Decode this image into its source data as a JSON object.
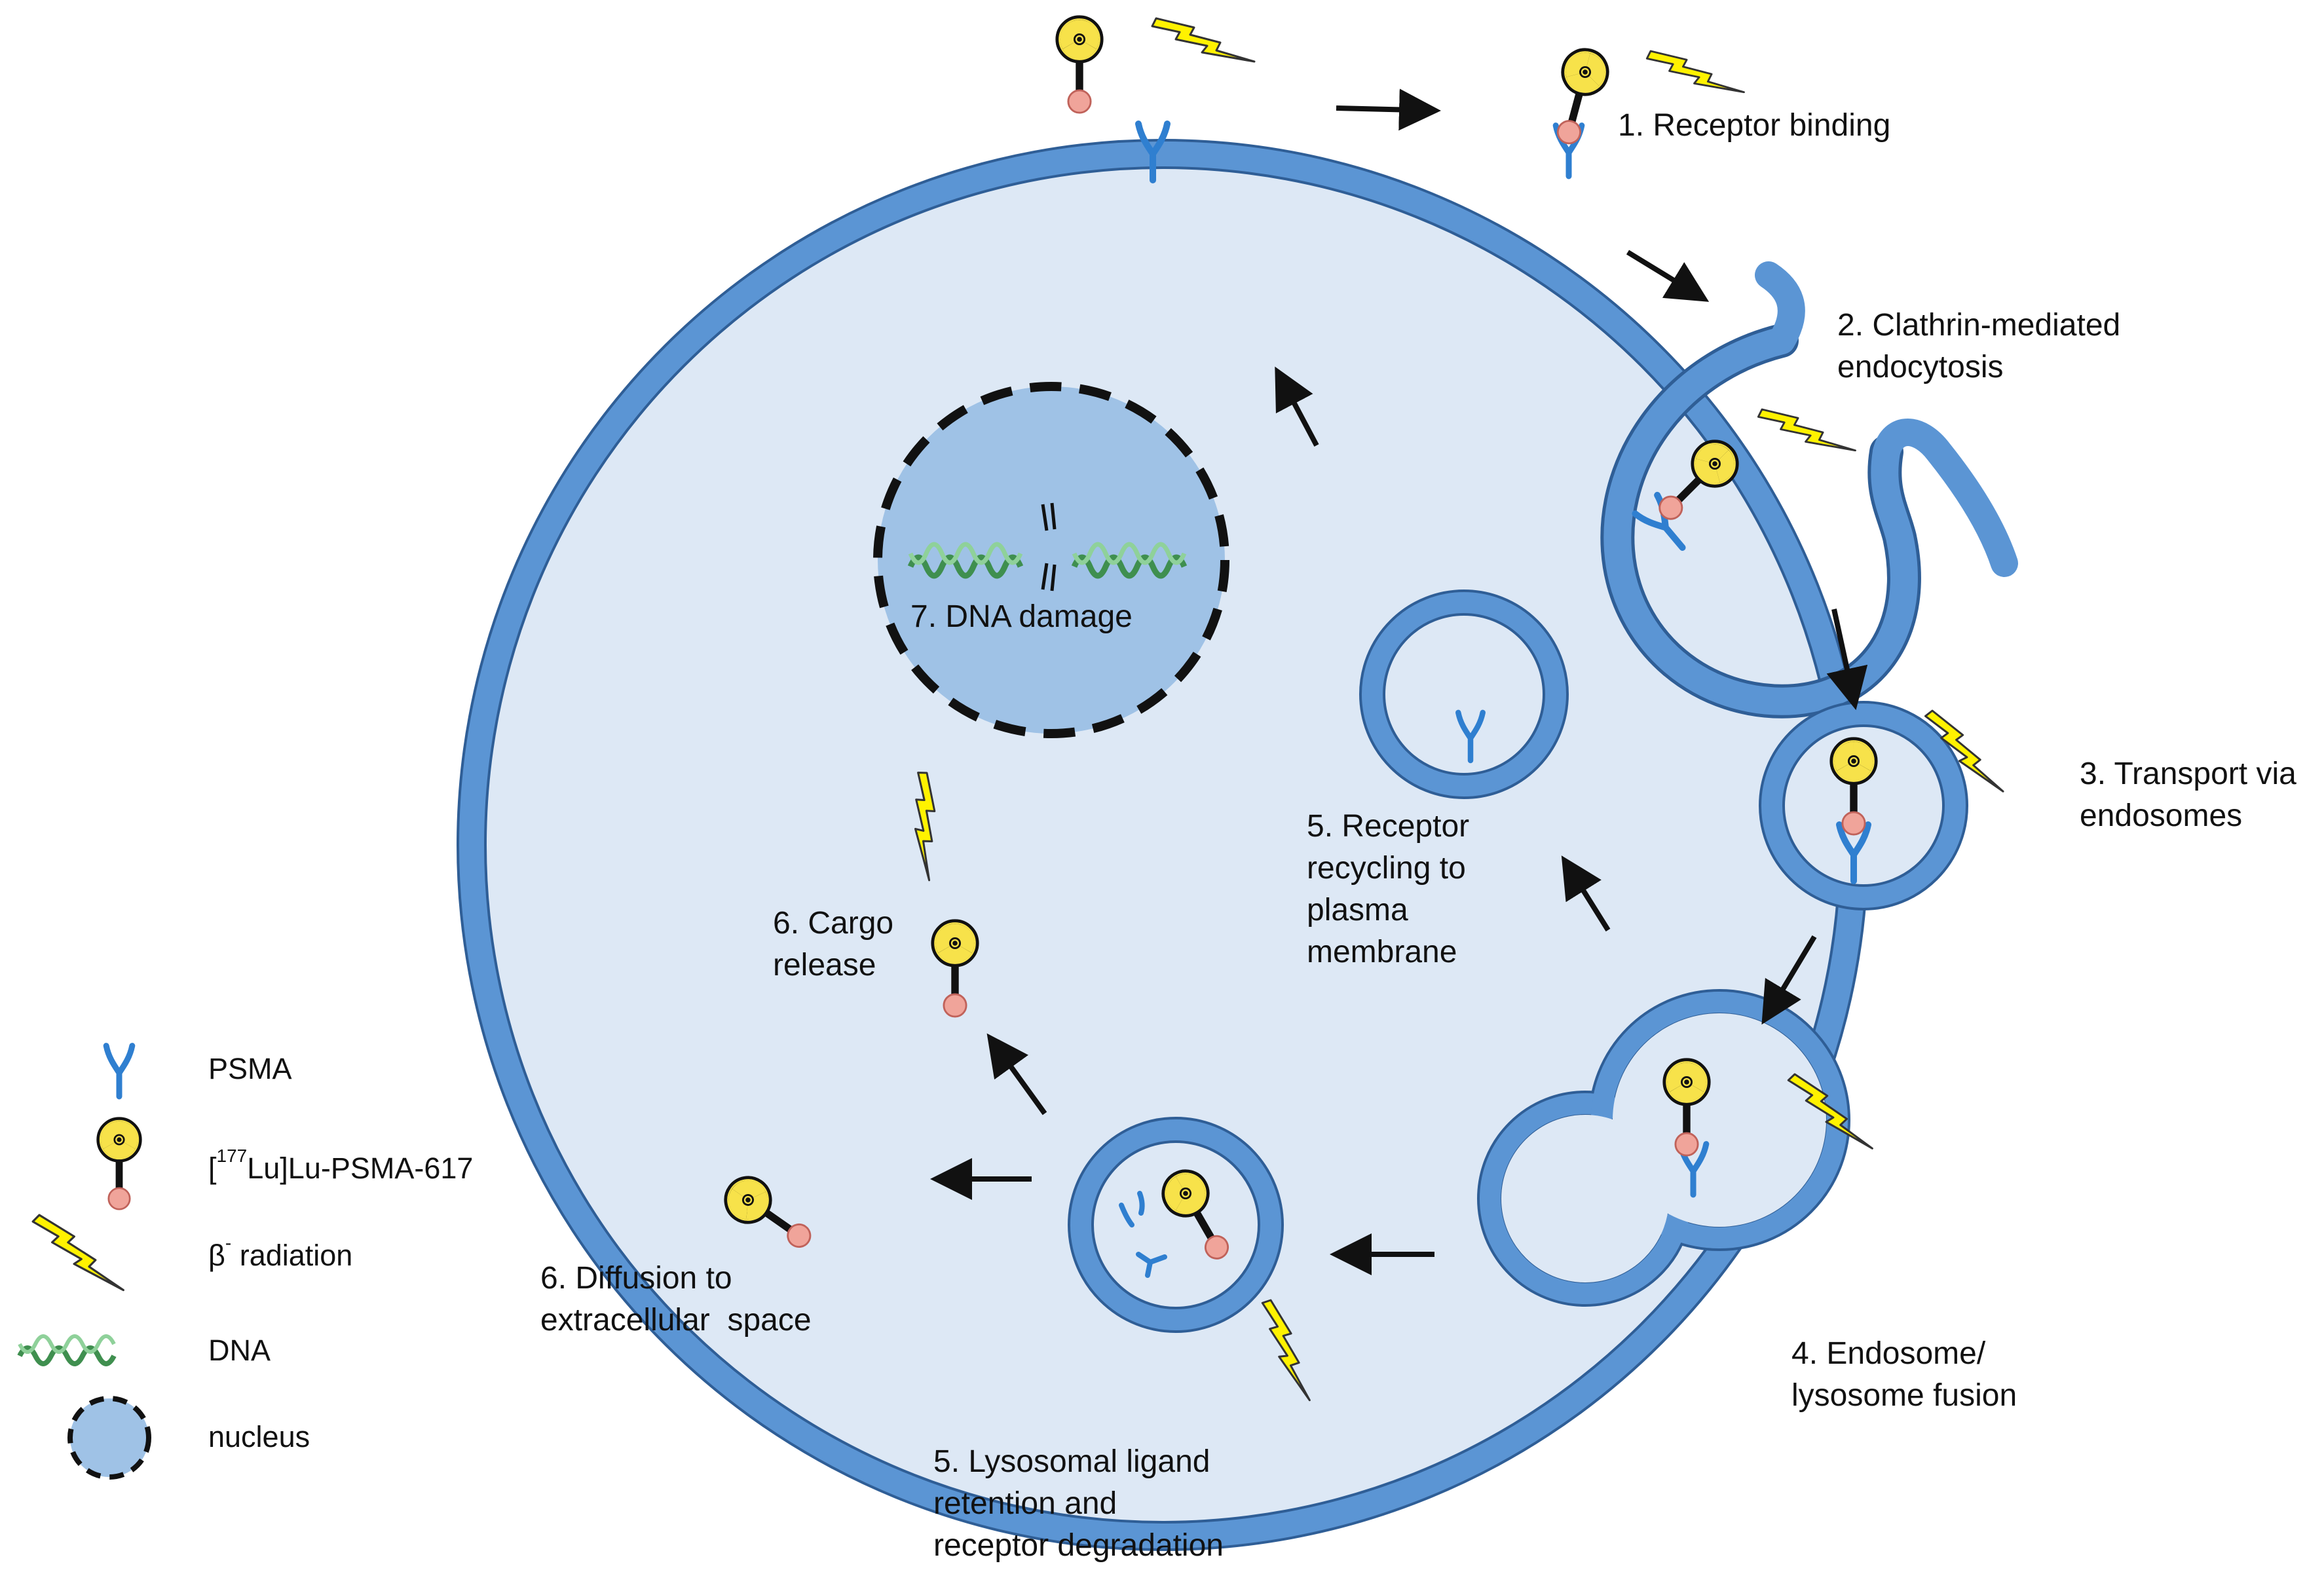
{
  "colors": {
    "membrane": "#5b95d4",
    "membrane_edge": "#2f5e96",
    "cytoplasm": "#dde8f5",
    "extracellular_pocket": "#ffffff",
    "nucleus_fill": "#9fc2e6",
    "nucleus_border": "#111111",
    "psma": "#2f7fd0",
    "radiation": "#fff200",
    "dna": "#3f8f4f",
    "ligand_ball": "#f0a49a",
    "arrow": "#111111"
  },
  "icons": {
    "receptor": "psma-receptor-icon",
    "ligand": "radioligand-icon",
    "radiation": "lightning-bolt-icon",
    "dna": "dna-helix-icon",
    "nucleus": "nucleus-icon"
  },
  "steps": {
    "receptor_binding": "1. Receptor binding",
    "endocytosis": [
      "2. Clathrin-mediated",
      "endocytosis"
    ],
    "transport": [
      "3. Transport via",
      "endosomes"
    ],
    "fusion": [
      "4. Endosome/",
      "lysosome fusion"
    ],
    "recycling": [
      "5. Receptor",
      "recycling to",
      "plasma",
      "membrane"
    ],
    "lysosomal": [
      "5. Lysosomal ligand",
      "retention and",
      "receptor degradation"
    ],
    "cargo_release": [
      "6. Cargo",
      "release"
    ],
    "diffusion": [
      "6. Diffusion to",
      "extracellular  space"
    ],
    "dna_damage": "7. DNA damage"
  },
  "legend": {
    "psma": "PSMA",
    "ligand_bracket_open": "[",
    "ligand_isotope": "177",
    "ligand_rest": "Lu]Lu-PSMA-617",
    "radiation_symbol": "β",
    "radiation_sup": "-",
    "radiation_rest": " radiation",
    "dna": "DNA",
    "nucleus": "nucleus"
  }
}
